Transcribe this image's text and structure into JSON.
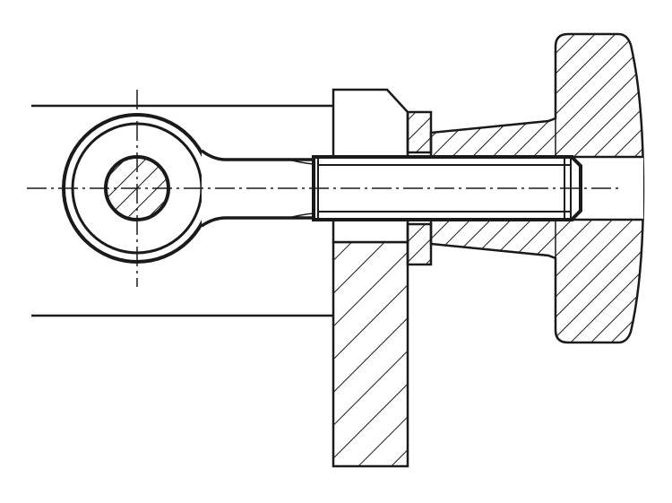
{
  "drawing": {
    "colors": {
      "line": "#1a1a1a",
      "background": "#ffffff"
    },
    "parts": [
      "eye-bolt",
      "threaded-shank",
      "mounting-plate",
      "washer",
      "star-knob",
      "pin"
    ]
  }
}
